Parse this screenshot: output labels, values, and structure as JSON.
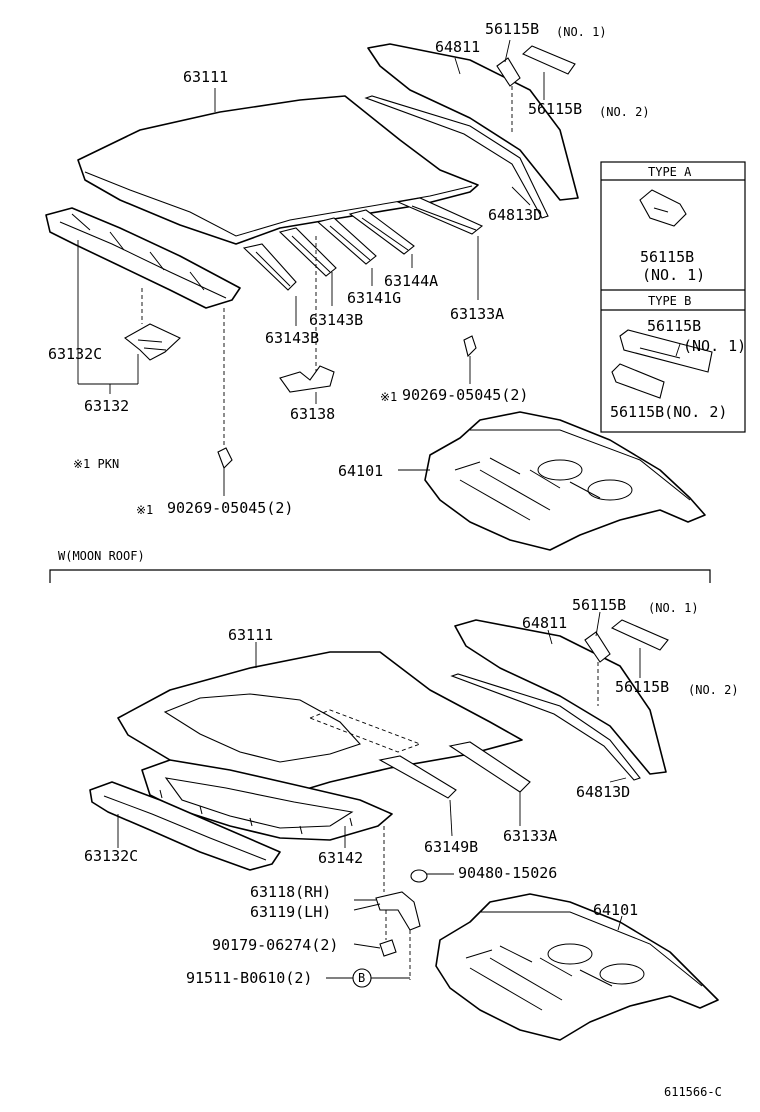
{
  "upper": {
    "roof_panel": "63111",
    "back_window_glass": "64811",
    "back_window_molding": "64813D",
    "clip_no1": "56115B",
    "clip_no1_note": "(NO. 1)",
    "clip_no2": "56115B",
    "clip_no2_note": "(NO. 2)",
    "front_header_panel": "63132C",
    "header_assy": "63132",
    "bracket": "63138",
    "bow_1": "63143B",
    "bow_2": "63143B",
    "bow_3": "63141G",
    "bow_4": "63144A",
    "rear_header": "63133A",
    "nut_right": "90269-05045(2)",
    "nut_left": "90269-05045(2)",
    "note_mark_right": "※1",
    "note_mark_left": "※1",
    "note_pkn": "※1 PKN",
    "package_tray": "64101"
  },
  "type_a": {
    "title": "TYPE A",
    "part": "56115B",
    "note": "(NO. 1)"
  },
  "type_b": {
    "title": "TYPE B",
    "part_1": "56115B",
    "note_1": "(NO. 1)",
    "part_2": "56115B(NO. 2)"
  },
  "moon_roof": {
    "section_title": "W(MOON ROOF)",
    "roof_panel": "63111",
    "back_window_glass": "64811",
    "back_window_molding": "64813D",
    "clip_no1": "56115B",
    "clip_no1_note": "(NO. 1)",
    "clip_no2": "56115B",
    "clip_no2_note": "(NO. 2)",
    "front_header_panel": "63132C",
    "sunroof_reinforcement": "63142",
    "rear_bow": "63149B",
    "rear_header": "63133A",
    "plug": "90480-15026",
    "bracket_rh": "63118(RH)",
    "bracket_lh": "63119(LH)",
    "clip": "90179-06274(2)",
    "bolt": "91511-B0610(2)",
    "bolt_ref": "B",
    "package_tray": "64101"
  },
  "drawing_number": "611566-C"
}
